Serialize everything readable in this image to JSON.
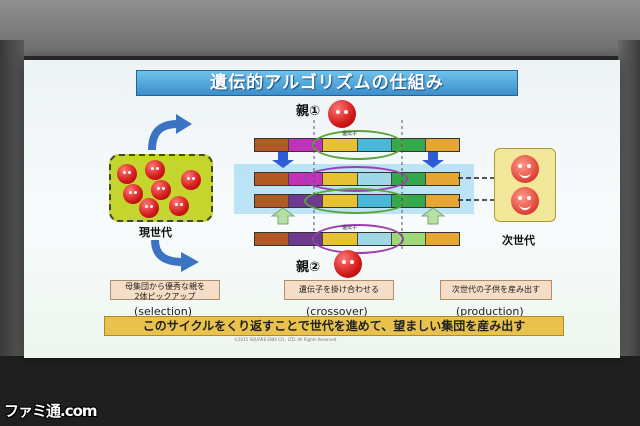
{
  "slide": {
    "title": "遺伝的アルゴリズムの仕組み",
    "current_generation": "現世代",
    "next_generation": "次世代",
    "parent1": "親①",
    "parent2": "親②",
    "gene_label_top": "遺伝子",
    "gene_label_bottom": "遺伝子",
    "step_selection": "母集団から優秀な親を\n2体ピックアップ",
    "step_selection_en": "(selection)",
    "step_crossover": "遺伝子を掛け合わせる",
    "step_crossover_en": "(crossover)",
    "step_production": "次世代の子供を産み出す",
    "step_production_en": "(production)",
    "banner": "このサイクルをくり返すことで世代を進めて、望ましい集団を産み出す",
    "copyright": "©2015 SQUARE ENIX CO., LTD. All Rights Reserved."
  },
  "watermark": "ファミ通.com",
  "colors": {
    "title_bg": "#3d8fcc",
    "population_box": "#c4d52e",
    "banner_bg": "#e9c24e",
    "step_bg": "#f6ddc6",
    "child_box": "#f3e79a"
  },
  "chromosomes": {
    "parent1": [
      "#b05a24",
      "#c232b8",
      "#e6c232",
      "#4ab8d8",
      "#34a84a",
      "#e6a634"
    ],
    "child1": [
      "#b05a24",
      "#c232b8",
      "#e6c232",
      "#9ed8e6",
      "#34a84a",
      "#e6a634"
    ],
    "child2": [
      "#b05a24",
      "#6e3a8e",
      "#e6c232",
      "#4ab8d8",
      "#34a84a",
      "#e6a634"
    ],
    "parent2": [
      "#b05a24",
      "#6e3a8e",
      "#e6c232",
      "#9ed8e6",
      "#9ed878",
      "#e6a634"
    ]
  }
}
